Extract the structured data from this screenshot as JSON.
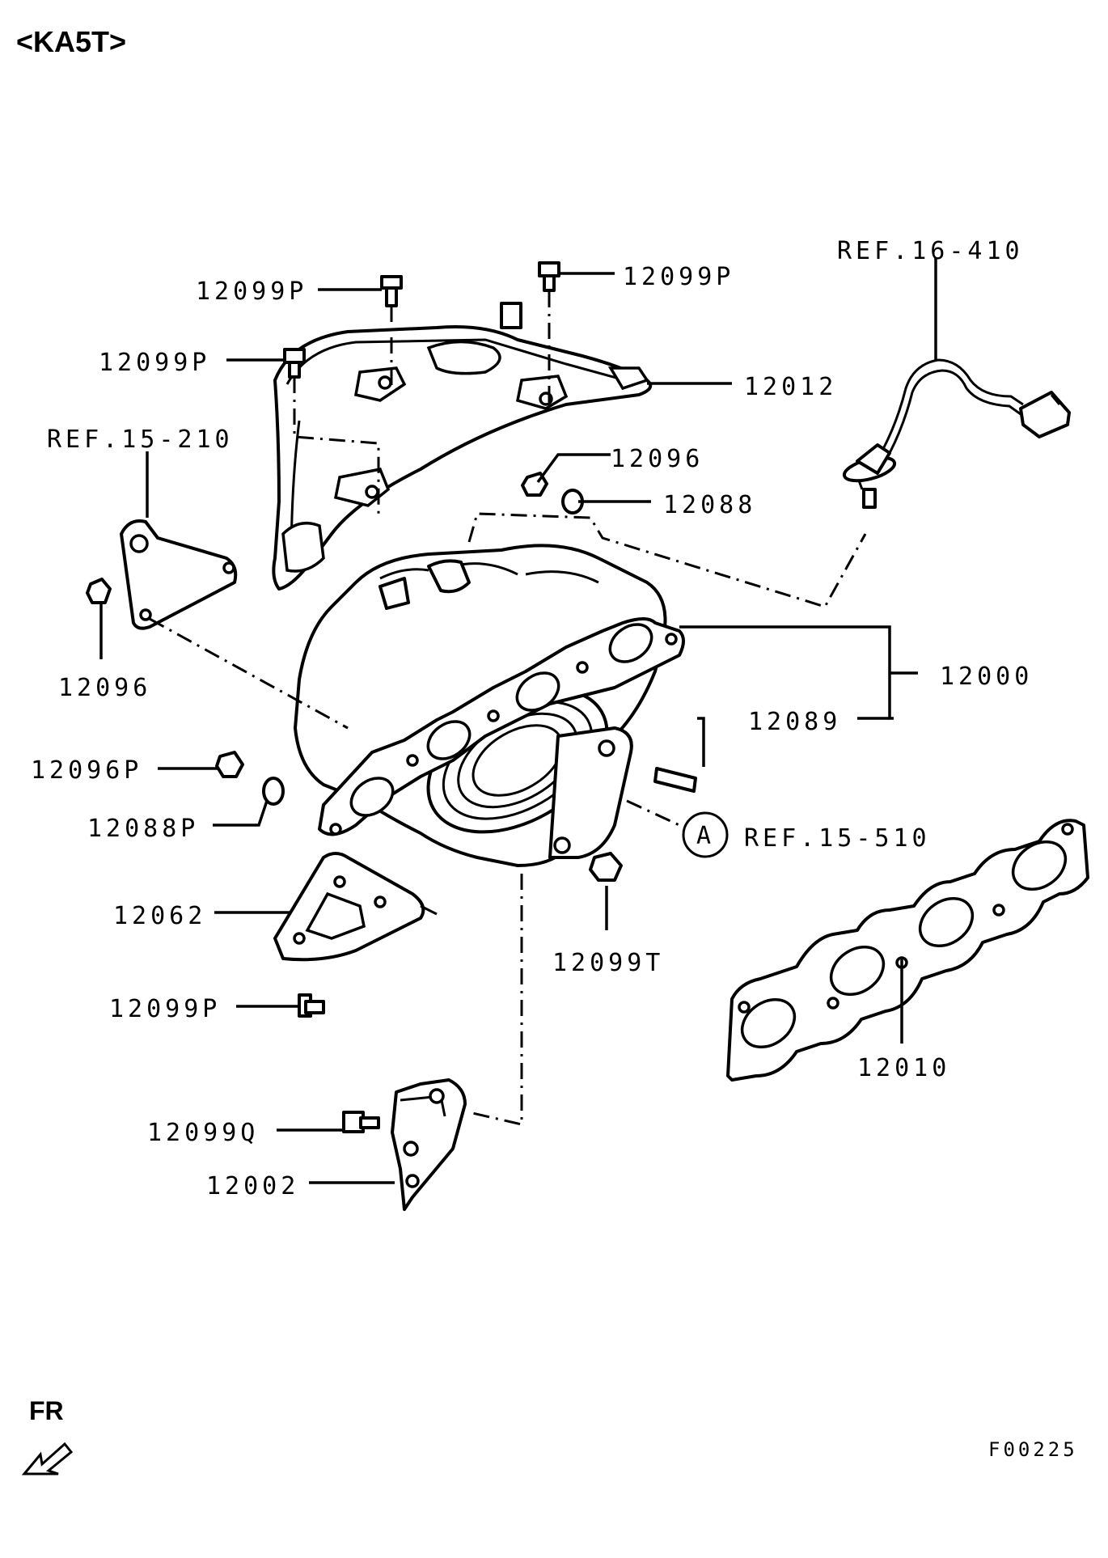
{
  "header": "<KA5T>",
  "footer": {
    "direction": "FR",
    "figure_code": "F00225"
  },
  "callouts": {
    "ref_16_410": "REF.16-410",
    "ref_15_210": "REF.15-210",
    "ref_15_510": "REF.15-510",
    "ref_marker": "A",
    "p12099p_top_left": "12099P",
    "p12099p_top_right": "12099P",
    "p12099p_left": "12099P",
    "p12099p_lower": "12099P",
    "p12012": "12012",
    "p12096_right": "12096",
    "p12088": "12088",
    "p12096_left": "12096",
    "p12000": "12000",
    "p12089": "12089",
    "p12096p": "12096P",
    "p12088p": "12088P",
    "p12062": "12062",
    "p12099t": "12099T",
    "p12010": "12010",
    "p12099q": "12099Q",
    "p12002": "12002"
  },
  "icons": {
    "fr_arrow": "front-direction-arrow-icon"
  }
}
